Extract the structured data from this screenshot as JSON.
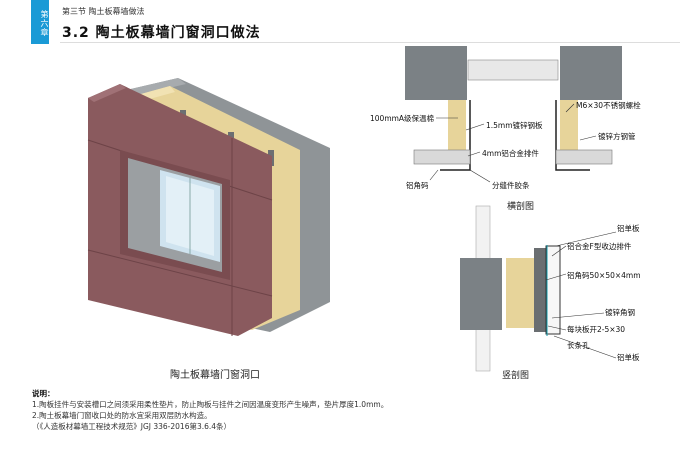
{
  "chapter_tab": "第六章",
  "section_small": "第三节  陶土板幕墙做法",
  "section_title": "3.2  陶土板幕墙门窗洞口做法",
  "figure_caption": "陶土板幕墙门窗洞口",
  "notes": {
    "heading": "说明：",
    "line1": "1.陶板挂件与安装槽口之间须采用柔性垫片，防止陶板与挂件之间因温度变形产生噪声，垫片厚度1.0mm。",
    "line2": "2.陶土板幕墙门窗收口处的防水宜采用双层防水构造。",
    "line3": "（《人造板材幕墙工程技术规范》JGJ 336-2016第3.6.4条）"
  },
  "horizontal_section": {
    "title": "横剖图",
    "labels": {
      "insulation": "100mmA级保温棉",
      "galv_plate": "1.5mm镀锌钢板",
      "bolt": "M6×30不锈钢螺栓",
      "galv_tube": "镀锌方钢管",
      "al_connector": "4mm铝合金排件",
      "al_angle": "铝角码",
      "sealant": "分缝件胶条"
    }
  },
  "vertical_section": {
    "title": "竖剖图",
    "labels": {
      "al_panel_top": "铝单板",
      "f_profile": "铝合金F型收边排件",
      "angle_code": "铝角码50×50×4mm",
      "galv_angle": "镀锌角钢",
      "slots": "每块板开2-5×30",
      "long_hole": "长条孔",
      "al_panel_bottom": "铝单板"
    }
  }
}
